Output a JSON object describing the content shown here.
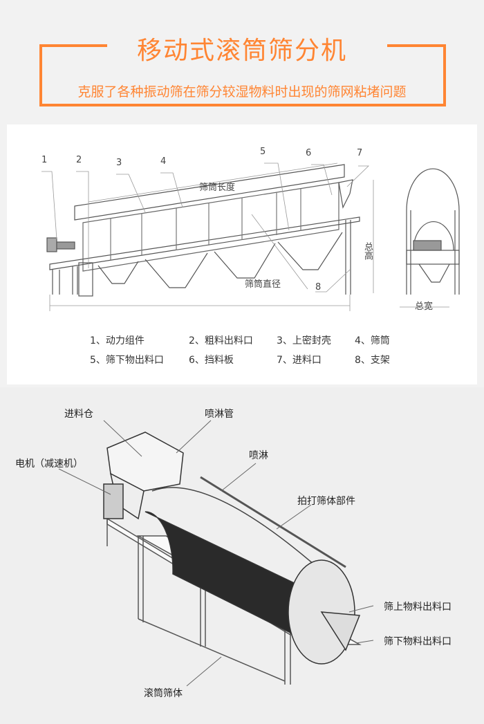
{
  "header": {
    "title": "移动式滚筒筛分机",
    "subtitle": "克服了各种振动筛在筛分较湿物料时出现的筛网粘堵问题",
    "accent_color": "#ff8533"
  },
  "drawing": {
    "callouts": [
      "1",
      "2",
      "3",
      "4",
      "5",
      "6",
      "7",
      "8"
    ],
    "dimensions": {
      "length": "筛筒长度",
      "diameter": "筛筒直径",
      "height": "总高",
      "width": "总宽"
    },
    "legend": [
      "1、动力组件",
      "2、粗料出料口",
      "3、上密封壳",
      "4、筛筒",
      "5、筛下物出料口",
      "6、挡料板",
      "7、进料口",
      "8、支架"
    ]
  },
  "perspective": {
    "labels": {
      "hopper": "进料仓",
      "spray_pipe": "喷淋管",
      "motor": "电机（减速机）",
      "spray": "喷淋",
      "beater": "拍打筛体部件",
      "oversize_outlet": "筛上物料出料口",
      "undersize_outlet": "筛下物料出料口",
      "drum": "滚筒筛体"
    }
  }
}
